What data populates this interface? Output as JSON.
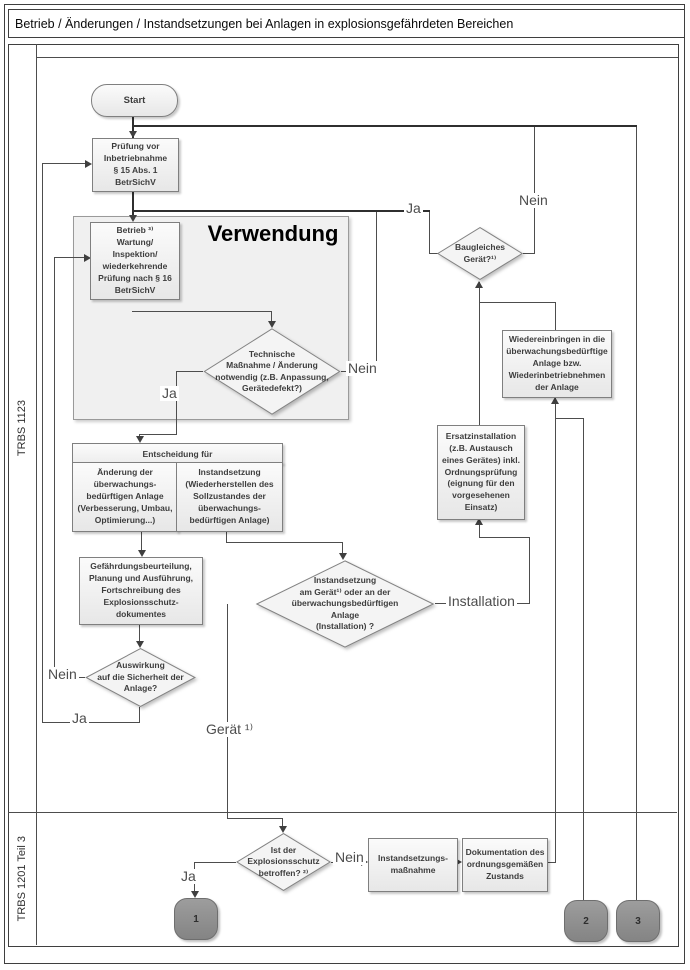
{
  "title": "Betrieb / Änderungen / Instandsetzungen bei Anlagen in explosionsgefährdeten Bereichen",
  "lanes": {
    "top": "TRBS 1123",
    "bottom": "TRBS 1201 Teil 3"
  },
  "nodes": {
    "start": "Start",
    "pruefung": "Prüfung vor\nInbetriebnahme\n§ 15 Abs. 1\nBetrSichV",
    "verwendung_title": "Verwendung",
    "betrieb": "Betrieb ³⁾\nWartung/\nInspektion/\nwiederkehrende\nPrüfung nach § 16\nBetrSichV",
    "tech_frage": "Technische\nMaßnahme / Änderung\nnotwendig (z.B. Anpassung,\nGerätedefekt?)",
    "entscheidung_header": "Entscheidung für",
    "aenderung": "Änderung der\nüberwachungs-\nbedürftigen Anlage\n(Verbesserung, Umbau,\nOptimierung...)",
    "instandsetzung": "Instandsetzung\n(Wiederherstellen des\nSollzustandes der\nüberwachungs-\nbedürftigen Anlage)",
    "gefaehrdung": "Gefährdungsbeurteilung,\nPlanung und Ausführung,\nFortschreibung des\nExplosionsschutz-\ndokumentes",
    "auswirkung_frage": "Auswirkung\nauf die Sicherheit der\nAnlage?",
    "instand_frage": "Instandsetzung\nam Gerät¹⁾ oder an der\nüberwachungsbedürftigen\nAnlage\n(Installation) ?",
    "ersatz": "Ersatzinstallation\n(z.B. Austausch\neines Gerätes) inkl.\nOrdnungsprüfung\n(eignung für den\nvorgesehenen\nEinsatz)",
    "wiederein": "Wiedereinbringen in die\nüberwachungsbedürftige\nAnlage bzw.\nWiederinbetriebnehmen\nder Anlage",
    "baugleich_frage": "Baugleiches\nGerät?¹⁾",
    "expl_frage": "Ist der\nExplosionsschutz\nbetroffen? ²⁾",
    "massnahme": "Instandsetzungs-\nmaßnahme",
    "doku": "Dokumentation des\nordnungsgemäßen\nZustands",
    "connector1": "1",
    "connector2": "2",
    "connector3": "3"
  },
  "edge_labels": {
    "tech_ja": "Ja",
    "tech_nein": "Nein",
    "auswirkung_ja": "Ja",
    "auswirkung_nein": "Nein",
    "baugleich_ja": "Ja",
    "baugleich_nein": "Nein",
    "expl_ja": "Ja",
    "expl_nein": "Nein",
    "installation": "Installation",
    "geraet": "Gerät ¹⁾"
  },
  "colors": {
    "node_fill": "#f2f2f2",
    "node_border": "#7f7f7f",
    "verwendung_fill": "#f0f0f0",
    "connector_fill": "#8f8f8f",
    "line": "#4d4d4d",
    "text": "#3d3d3d"
  }
}
